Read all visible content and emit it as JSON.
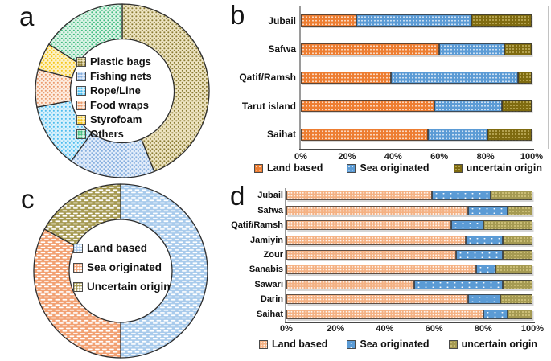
{
  "figure": {
    "background": "#ffffff"
  },
  "panels": [
    {
      "id": "a",
      "letter": "a"
    },
    {
      "id": "b",
      "letter": "b"
    },
    {
      "id": "c",
      "letter": "c"
    },
    {
      "id": "d",
      "letter": "d"
    }
  ],
  "chart_data": [
    {
      "panel": "a",
      "type": "pie",
      "subtype": "donut",
      "pattern": "dots",
      "legend_position": "center",
      "segments": [
        {
          "label": "Plastic bags",
          "value": 44,
          "fg": "#8a7b33",
          "bg": "#efe6c4"
        },
        {
          "label": "Fishing nets",
          "value": 16,
          "fg": "#85aede",
          "bg": "#e3edfa"
        },
        {
          "label": "Rope/Line",
          "value": 12,
          "fg": "#4cbcee",
          "bg": "#dbf2fc"
        },
        {
          "label": "Food wraps",
          "value": 7,
          "fg": "#eb9c6e",
          "bg": "#fdeee2"
        },
        {
          "label": "Styrofoam",
          "value": 5,
          "fg": "#f6c51b",
          "bg": "#fdf2c5"
        },
        {
          "label": "Others",
          "value": 16,
          "fg": "#42bd81",
          "bg": "#def4e8"
        }
      ]
    },
    {
      "panel": "b",
      "type": "bar",
      "stacked": true,
      "orientation": "horizontal",
      "grid": false,
      "legend_position": "bottom",
      "xlim": [
        0,
        100
      ],
      "x_ticks": [
        "0%",
        "20%",
        "40%",
        "60%",
        "80%",
        "100%"
      ],
      "categories": [
        "Jubail",
        "Safwa",
        "Qatif/Ramsh",
        "Tarut island",
        "Saihat"
      ],
      "series": [
        {
          "name": "Land based",
          "color": "#ED7D31",
          "pattern": "p-dots",
          "values": [
            24,
            60,
            39,
            58,
            55
          ]
        },
        {
          "name": "Sea originated",
          "color": "#5B9BD5",
          "pattern": "p-dots",
          "values": [
            50,
            28,
            55,
            29,
            26
          ]
        },
        {
          "name": "uncertain origin",
          "color": "#7F6B10",
          "pattern": "p-dots-gold",
          "values": [
            26,
            12,
            6,
            13,
            19
          ]
        }
      ]
    },
    {
      "panel": "c",
      "type": "pie",
      "subtype": "donut",
      "pattern": "bricks",
      "legend_position": "center",
      "segments": [
        {
          "label": "Land based",
          "value": 50,
          "fg": "#ffffff",
          "bg": "#a9cbec"
        },
        {
          "label": "Sea originated",
          "value": 33,
          "fg": "#ffffff",
          "bg": "#f2a173"
        },
        {
          "label": "Uncertain origin",
          "value": 17,
          "fg": "#ffffff",
          "bg": "#a69a52"
        }
      ]
    },
    {
      "panel": "d",
      "type": "bar",
      "stacked": true,
      "orientation": "horizontal",
      "grid": false,
      "legend_position": "bottom",
      "xlim": [
        0,
        100
      ],
      "x_ticks": [
        "0%",
        "20%",
        "40%",
        "60%",
        "80%",
        "100%"
      ],
      "categories": [
        "Jubail",
        "Safwa",
        "Qatif/Ramsh",
        "Jamiyin",
        "Zour",
        "Sanabis",
        "Sawari",
        "Darin",
        "Saihat"
      ],
      "series": [
        {
          "name": "Land based",
          "color": "#F4B183",
          "pattern": "p-dots-dense",
          "values": [
            59,
            74,
            67,
            73,
            69,
            77,
            52,
            74,
            80
          ]
        },
        {
          "name": "Sea originated",
          "color": "#5B9BD5",
          "pattern": "p-dots-sparse",
          "values": [
            24,
            16,
            13,
            15,
            19,
            8,
            36,
            13,
            10
          ]
        },
        {
          "name": "uncertain origin",
          "color": "#A59A52",
          "pattern": "p-dots-gold",
          "values": [
            17,
            10,
            20,
            12,
            12,
            15,
            12,
            13,
            10
          ]
        }
      ]
    }
  ]
}
